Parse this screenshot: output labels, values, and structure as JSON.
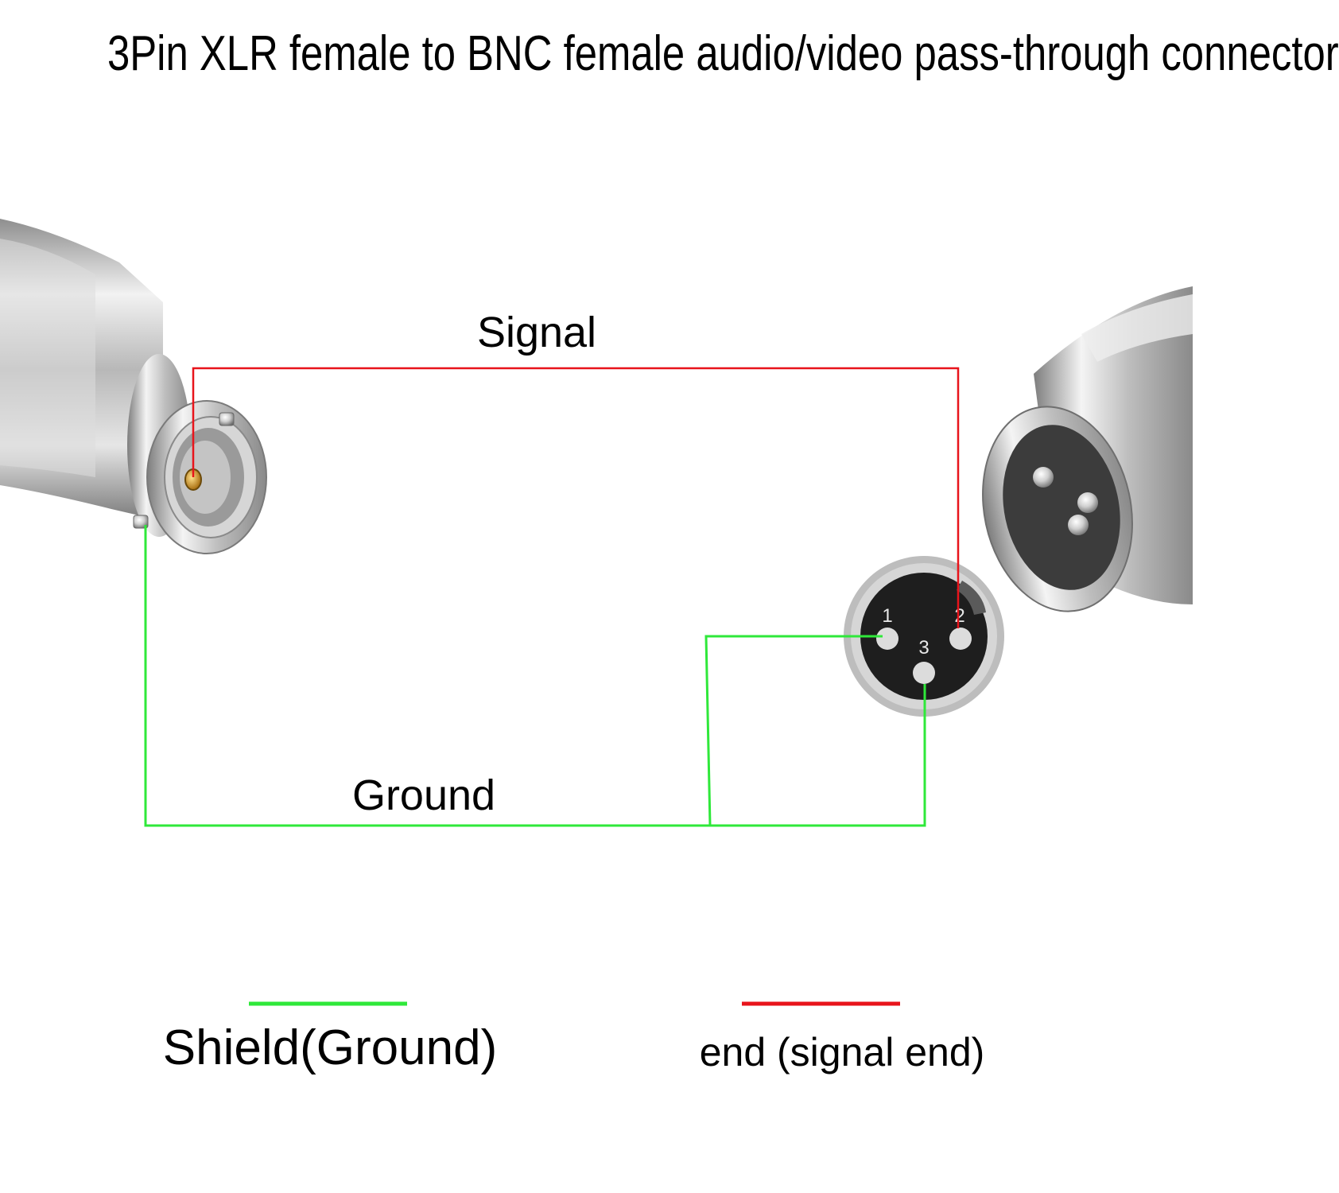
{
  "title": "3Pin XLR female to BNC female audio/video pass-through connector",
  "wire_labels": {
    "signal": "Signal",
    "ground": "Ground"
  },
  "pins": {
    "pin1": "1",
    "pin2": "2",
    "pin3": "3"
  },
  "legend": {
    "shield": "Shield(Ground)",
    "signal_end": "end (signal end)"
  },
  "colors": {
    "signal_wire": "#e8141b",
    "ground_wire": "#2fe83a",
    "connector_metal": "#c9c9c9",
    "xlr_face": "#1e1e1e",
    "pin_socket": "#dcdcdc"
  }
}
